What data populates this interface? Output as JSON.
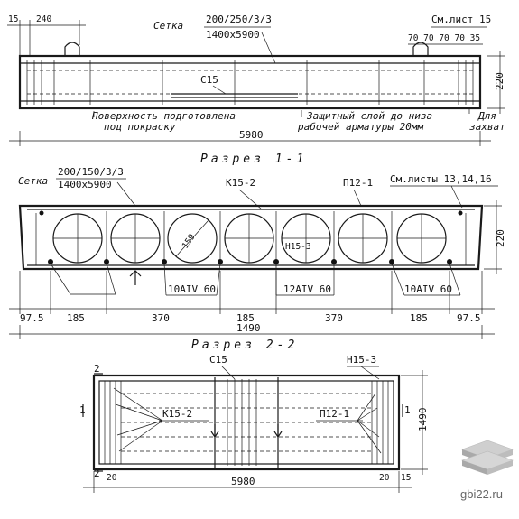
{
  "top_view": {
    "dim_15": "15",
    "dim_240": "240",
    "mesh_label": "Сетка",
    "mesh_spec": "200/250/3/3",
    "mesh_size": "1400х5900",
    "see_sheet": "См.лист 15",
    "spacing_dims": "70 70 70 70 35",
    "c15": "С15",
    "h220": "220",
    "surface_note_1": "Поверхность подготовлена",
    "surface_note_2": "под покраску",
    "cover_note_1": "Защитный слой до низа",
    "cover_note_2": "рабочей арматуры 20мм",
    "grip_note_1": "Для",
    "grip_note_2": "захват",
    "length": "5980"
  },
  "section_1": {
    "title": "Разрез 1-1",
    "mesh_label": "Сетка",
    "mesh_spec": "200/150/3/3",
    "mesh_size": "1400х5900",
    "k15": "К15-2",
    "p12": "П12-1",
    "see_sheets": "См.листы 13,14,16",
    "d159": "159",
    "n15": "Н15-3",
    "h220": "220",
    "rebar_left": "10АIV 60",
    "rebar_mid": "12АIV 60",
    "rebar_right": "10АIV 60",
    "dims": [
      "97.5",
      "185",
      "370",
      "185",
      "370",
      "185",
      "97.5"
    ],
    "width": "1490"
  },
  "section_2": {
    "title": "Разрез 2-2",
    "c15": "С15",
    "n15": "Н15-3",
    "k15": "К15-2",
    "p12": "П12-1",
    "width": "1490",
    "length": "5980",
    "dim_20": "20",
    "dim_15": "15",
    "mark_1": "1",
    "mark_2": "2"
  },
  "watermark": "gbi22.ru"
}
